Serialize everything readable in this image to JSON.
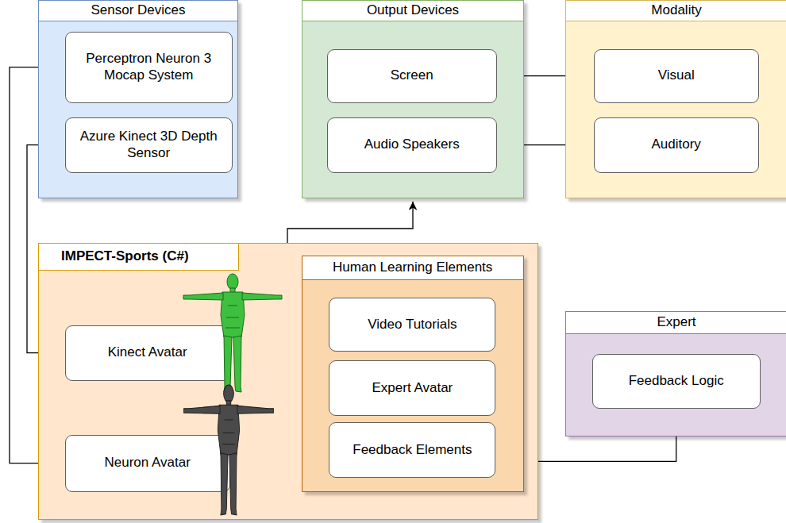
{
  "diagram": {
    "nodes": [
      {
        "text": [
          "Sensor Devices"
        ]
      },
      {
        "text": [
          "Perceptron Neuron 3 Mocap System"
        ],
        "in": 0
      },
      {
        "text": [
          "Azure Kinect 3D Depth Sensor"
        ],
        "in": 0
      },
      {
        "text": [
          "Output Devices"
        ]
      },
      {
        "text": [
          "Screen"
        ],
        "in": 3
      },
      {
        "text": [
          "Audio Speakers"
        ],
        "in": 3
      },
      {
        "text": [
          "Modality"
        ]
      },
      {
        "text": [
          "Visual"
        ],
        "in": 6
      },
      {
        "text": [
          "Auditory"
        ],
        "in": 6
      },
      {
        "text": [
          "IMPECT-Sports (C#)"
        ]
      },
      {
        "text": [
          "Kinect Avatar"
        ],
        "in": 9
      },
      {
        "text": [
          "Neuron Avatar"
        ],
        "in": 9
      },
      {
        "text": [
          "Human Learning Elements"
        ],
        "in": 9
      },
      {
        "text": [
          "Video Tutorials"
        ],
        "in": 12
      },
      {
        "text": [
          "Expert Avatar"
        ],
        "in": 12
      },
      {
        "text": [
          "Feedback Elements"
        ],
        "in": 12
      },
      {
        "text": [
          "Expert"
        ]
      },
      {
        "text": [
          "Feedback Logic"
        ],
        "in": 16
      }
    ],
    "edges": [
      {
        "from": 1,
        "to": 11,
        "arrow": "to"
      },
      {
        "from": 2,
        "to": 10,
        "arrow": "to"
      },
      {
        "from": 4,
        "to": 7,
        "arrow": "to"
      },
      {
        "from": 5,
        "to": 8,
        "arrow": "to"
      },
      {
        "from": 9,
        "to": 3,
        "arrow": "to"
      },
      {
        "from": 17,
        "to": 15,
        "arrow": "to"
      }
    ]
  }
}
